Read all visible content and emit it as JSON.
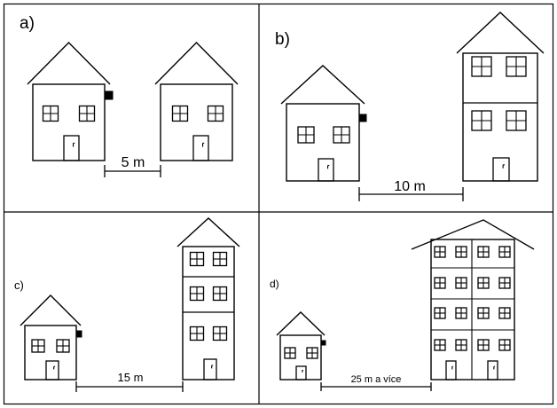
{
  "panels": [
    {
      "label": "a)",
      "distance": "5 m"
    },
    {
      "label": "b)",
      "distance": "10 m"
    },
    {
      "label": "c)",
      "distance": "15 m"
    },
    {
      "label": "d)",
      "distance": "25 m a více"
    }
  ]
}
